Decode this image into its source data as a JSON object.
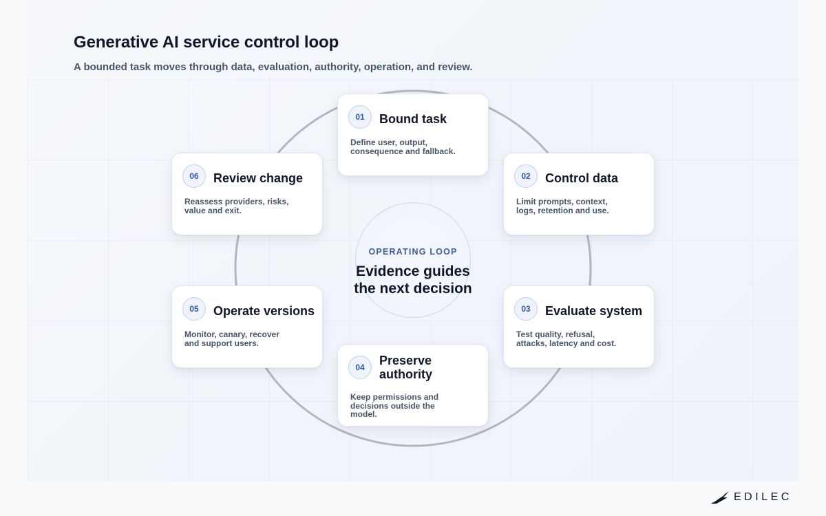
{
  "header": {
    "title": "Generative AI service control loop",
    "subtitle": "A bounded task moves through data, evaluation, authority, operation, and review."
  },
  "center": {
    "kicker": "OPERATING LOOP",
    "headline_line1": "Evidence guides",
    "headline_line2": "the next decision"
  },
  "steps": [
    {
      "num": "01",
      "title": "Bound task",
      "desc_line1": "Define user, output,",
      "desc_line2": "consequence and fallback.",
      "desc_line3": ""
    },
    {
      "num": "02",
      "title": "Control data",
      "desc_line1": "Limit prompts, context,",
      "desc_line2": "logs, retention and use.",
      "desc_line3": ""
    },
    {
      "num": "03",
      "title": "Evaluate system",
      "desc_line1": "Test quality, refusal,",
      "desc_line2": "attacks, latency and cost.",
      "desc_line3": ""
    },
    {
      "num": "04",
      "title_line1": "Preserve",
      "title_line2": "authority",
      "desc_line1": "Keep permissions and",
      "desc_line2": "decisions outside the",
      "desc_line3": "model."
    },
    {
      "num": "05",
      "title": "Operate versions",
      "desc_line1": "Monitor, canary, recover",
      "desc_line2": "and support users.",
      "desc_line3": ""
    },
    {
      "num": "06",
      "title": "Review change",
      "desc_line1": "Reassess providers, risks,",
      "desc_line2": "value and exit.",
      "desc_line3": ""
    }
  ],
  "brand": {
    "name": "EDILEC",
    "icon": "edilec-logo-icon"
  },
  "colors": {
    "accent": "#2f5bb0",
    "ring": "#a8b0bd",
    "card_border": "#dfe6f0",
    "title": "#0f172a",
    "muted": "#475569"
  }
}
